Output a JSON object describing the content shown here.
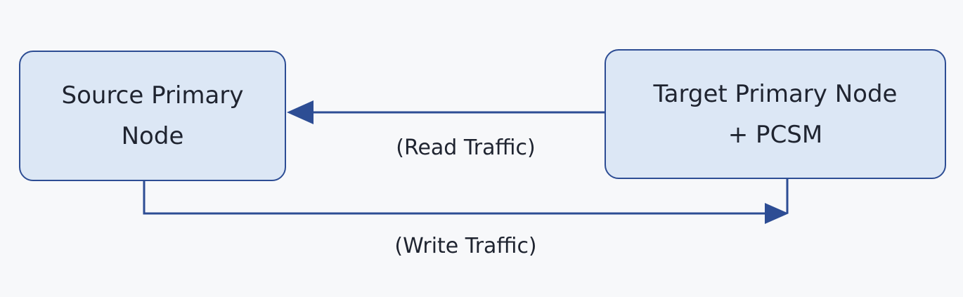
{
  "nodes": {
    "source": {
      "line1": "Source Primary",
      "line2": "Node"
    },
    "target": {
      "line1": "Target Primary Node",
      "line2": "+ PCSM"
    }
  },
  "edges": {
    "read": {
      "label": "(Read Traffic)",
      "from": "target",
      "to": "source"
    },
    "write": {
      "label": "(Write Traffic)",
      "from": "source",
      "to": "target"
    }
  },
  "colors": {
    "background": "#f7f8fa",
    "node_fill": "#dce7f5",
    "node_border": "#2d4d94",
    "arrow": "#2d4d94",
    "text": "#1f2430"
  }
}
